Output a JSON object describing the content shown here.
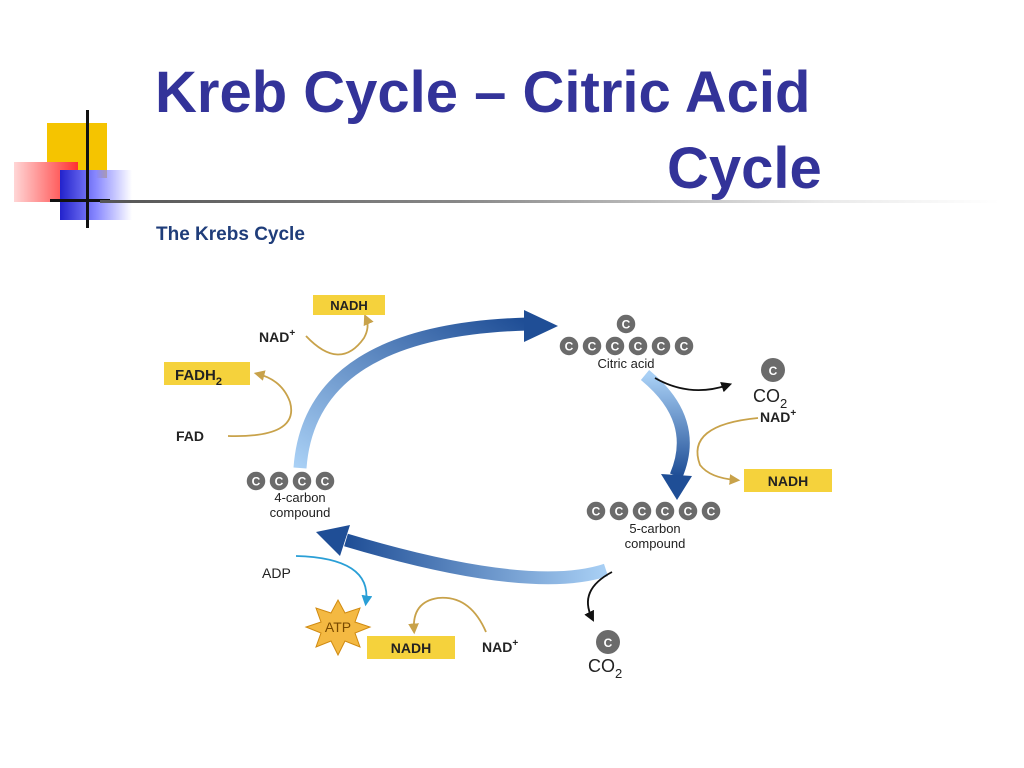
{
  "slide": {
    "title_line1": "Kreb Cycle – Citric Acid",
    "title_line2": "Cycle",
    "subtitle": "The Krebs Cycle"
  },
  "diagram": {
    "carbon_symbol": "C",
    "citric_acid": {
      "label": "Citric acid"
    },
    "five_carbon": {
      "label_line1": "5-carbon",
      "label_line2": "compound"
    },
    "four_carbon": {
      "label_line1": "4-carbon",
      "label_line2": "compound"
    },
    "co2_top": {
      "base": "CO",
      "sub": "2"
    },
    "co2_bottom": {
      "base": "CO",
      "sub": "2"
    },
    "nad_right": {
      "base": "NAD",
      "sup": "+"
    },
    "nadh_right": "NADH",
    "nad_bottom": {
      "base": "NAD",
      "sup": "+"
    },
    "nadh_bottom": "NADH",
    "adp": "ADP",
    "atp": "ATP",
    "nad_topleft": {
      "base": "NAD",
      "sup": "+"
    },
    "nadh_topleft": "NADH",
    "fadh2": {
      "base": "FADH",
      "sub": "2"
    },
    "fad": "FAD"
  },
  "colors": {
    "title": "#333399",
    "carbon_ball": "#6b6b6b",
    "label_box": "#f5d23c",
    "cycle_arrow_dark": "#1f4e96",
    "cycle_arrow_light": "#a9d0f5",
    "side_arrow": "#c8a24a",
    "atp_star": "#f4b942"
  }
}
